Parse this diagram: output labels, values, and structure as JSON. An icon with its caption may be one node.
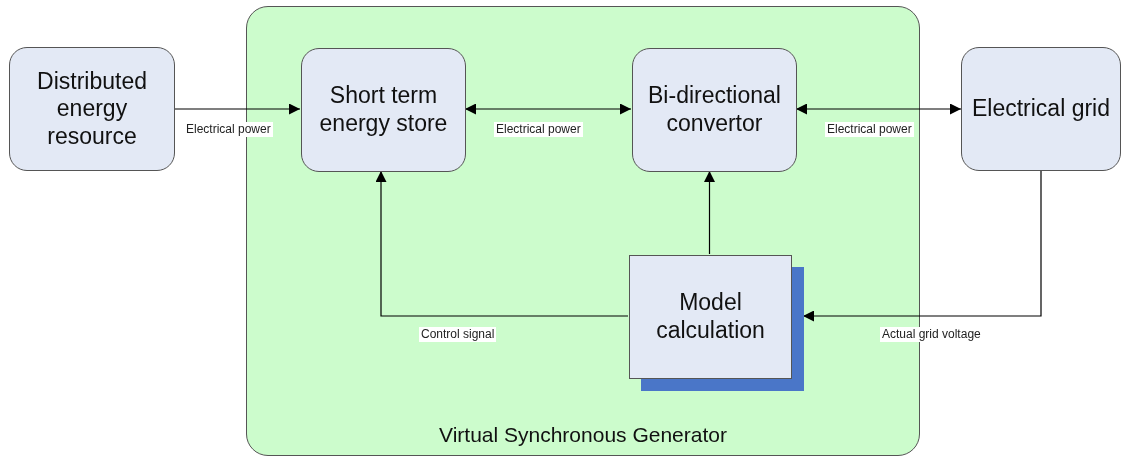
{
  "diagram": {
    "nodes": [
      {
        "text": [
          "Distributed energy resource"
        ]
      },
      {
        "text": [
          "Virtual Synchronous Generator"
        ]
      },
      {
        "text": [
          "Short term energy store"
        ],
        "in": 1
      },
      {
        "text": [
          "Bi-directional convertor"
        ],
        "in": 1
      },
      {
        "text": [
          "Electrical grid"
        ]
      },
      {
        "text": [
          "Model calculation"
        ],
        "in": 1
      }
    ],
    "edges": [
      {
        "from": 0,
        "to": 2,
        "arrow": "to",
        "label": "Electrical power"
      },
      {
        "from": 2,
        "to": 3,
        "arrow": "both",
        "label": "Electrical power"
      },
      {
        "from": 3,
        "to": 4,
        "arrow": "both",
        "label": "Electrical power"
      },
      {
        "from": 5,
        "to": 2,
        "arrow": "to",
        "label": "Control signal"
      },
      {
        "from": 5,
        "to": 3,
        "arrow": "to"
      },
      {
        "from": 4,
        "to": 5,
        "arrow": "to",
        "label": "Actual grid voltage"
      }
    ]
  }
}
